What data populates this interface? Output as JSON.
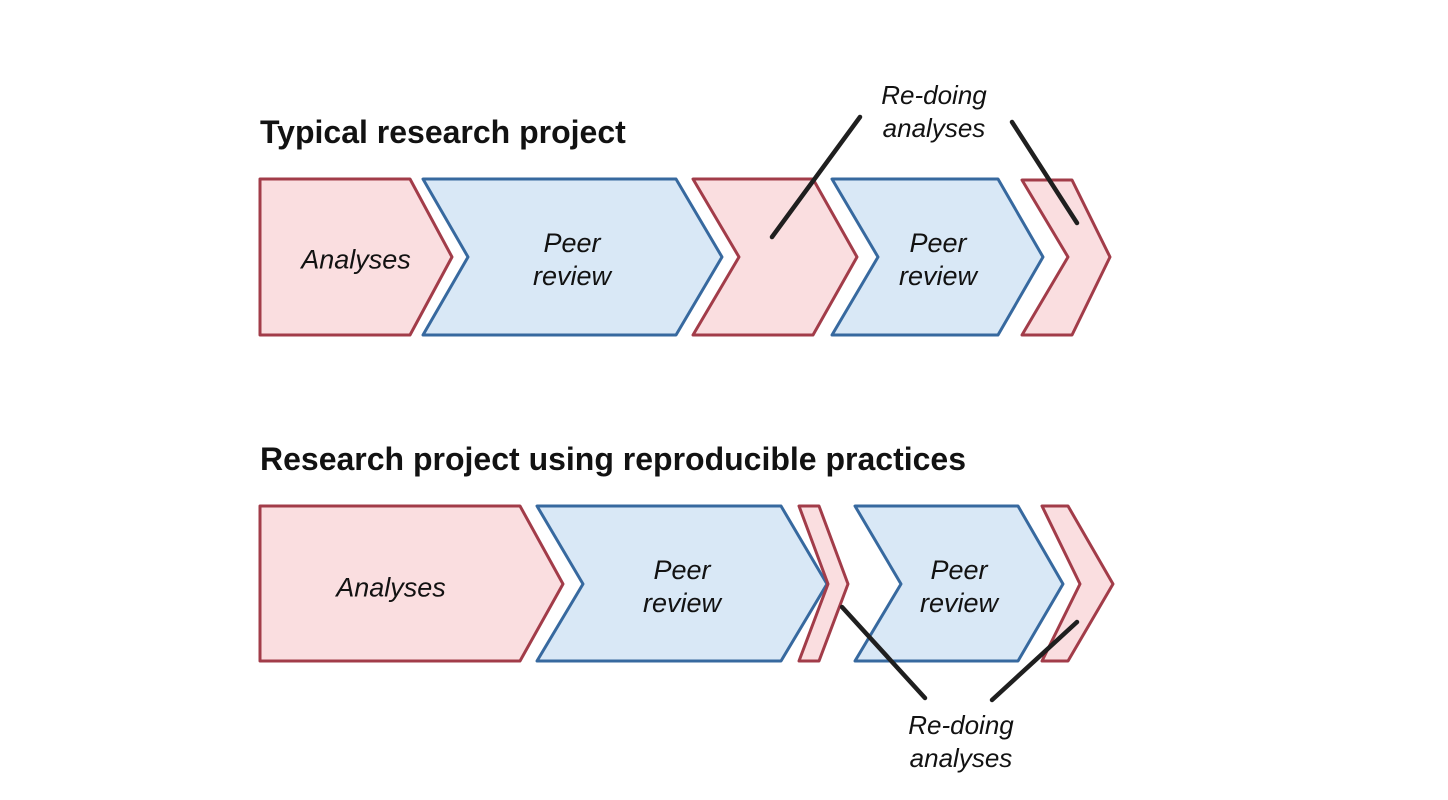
{
  "colors": {
    "pink_fill": "#fadee0",
    "pink_stroke": "#a23c49",
    "blue_fill": "#d9e8f6",
    "blue_stroke": "#37699f",
    "pointer_line": "#1f1f1f",
    "text": "#121212"
  },
  "diagrams": [
    {
      "title": "Typical research project",
      "arrows": [
        {
          "label": "Analyses"
        },
        {
          "label_line1": "Peer",
          "label_line2": "review"
        },
        {
          "label": ""
        },
        {
          "label_line1": "Peer",
          "label_line2": "review"
        },
        {
          "label": ""
        }
      ],
      "annotation": {
        "line1": "Re-doing",
        "line2": "analyses"
      }
    },
    {
      "title": "Research project using reproducible practices",
      "arrows": [
        {
          "label": "Analyses"
        },
        {
          "label_line1": "Peer",
          "label_line2": "review"
        },
        {
          "label": ""
        },
        {
          "label_line1": "Peer",
          "label_line2": "review"
        },
        {
          "label": ""
        }
      ],
      "annotation": {
        "line1": "Re-doing",
        "line2": "analyses"
      }
    }
  ]
}
